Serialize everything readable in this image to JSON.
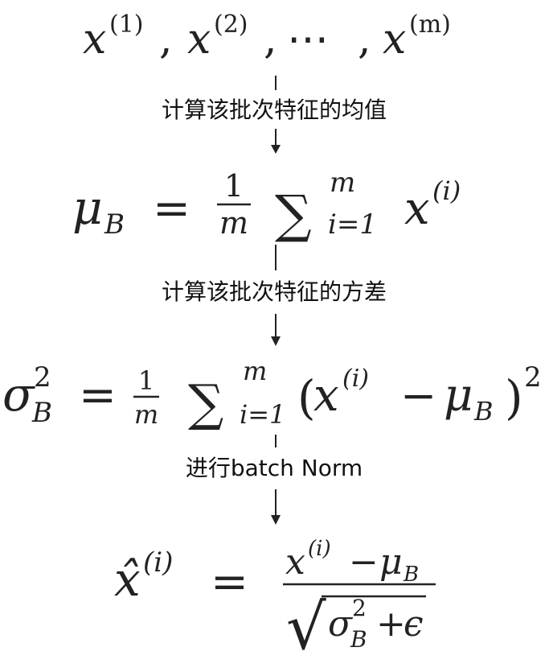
{
  "step1": {
    "x1": "x",
    "sup1": "(1)",
    "comma1": ",",
    "x2": "x",
    "sup2": "(2)",
    "comma2": ",",
    "dots": "⋯",
    "comma3": ",",
    "xm": "x",
    "supm": "(m)"
  },
  "labels": {
    "mean": "计算该批次特征的均值",
    "variance": "计算该批次特征的方差",
    "normalize": "进行batch Norm"
  },
  "mean_formula": {
    "mu": "μ",
    "sub": "B",
    "eq": "=",
    "num": "1",
    "den": "m",
    "sum": "∑",
    "sum_top": "m",
    "sum_bottom": "i=1",
    "x": "x",
    "sup": "(i)"
  },
  "var_formula": {
    "sigma": "σ",
    "sup2": "2",
    "sub": "B",
    "eq": "=",
    "num": "1",
    "den": "m",
    "sum": "∑",
    "sum_top": "m",
    "sum_bottom": "i=1",
    "lparen": "(",
    "x": "x",
    "sup": "(i)",
    "minus": "−",
    "mu": "μ",
    "mu_sub": "B",
    "rparen": ")",
    "outer_sup": "2"
  },
  "norm_formula": {
    "xhat": "x̂",
    "sup": "(i)",
    "eq": "=",
    "num_x": "x",
    "num_sup": "(i)",
    "num_minus": "−",
    "num_mu": "μ",
    "num_mu_sub": "B",
    "sqrt": "√",
    "den_sigma": "σ",
    "den_sup": "2",
    "den_sub": "B",
    "den_plus": "+",
    "den_eps": "ϵ"
  }
}
